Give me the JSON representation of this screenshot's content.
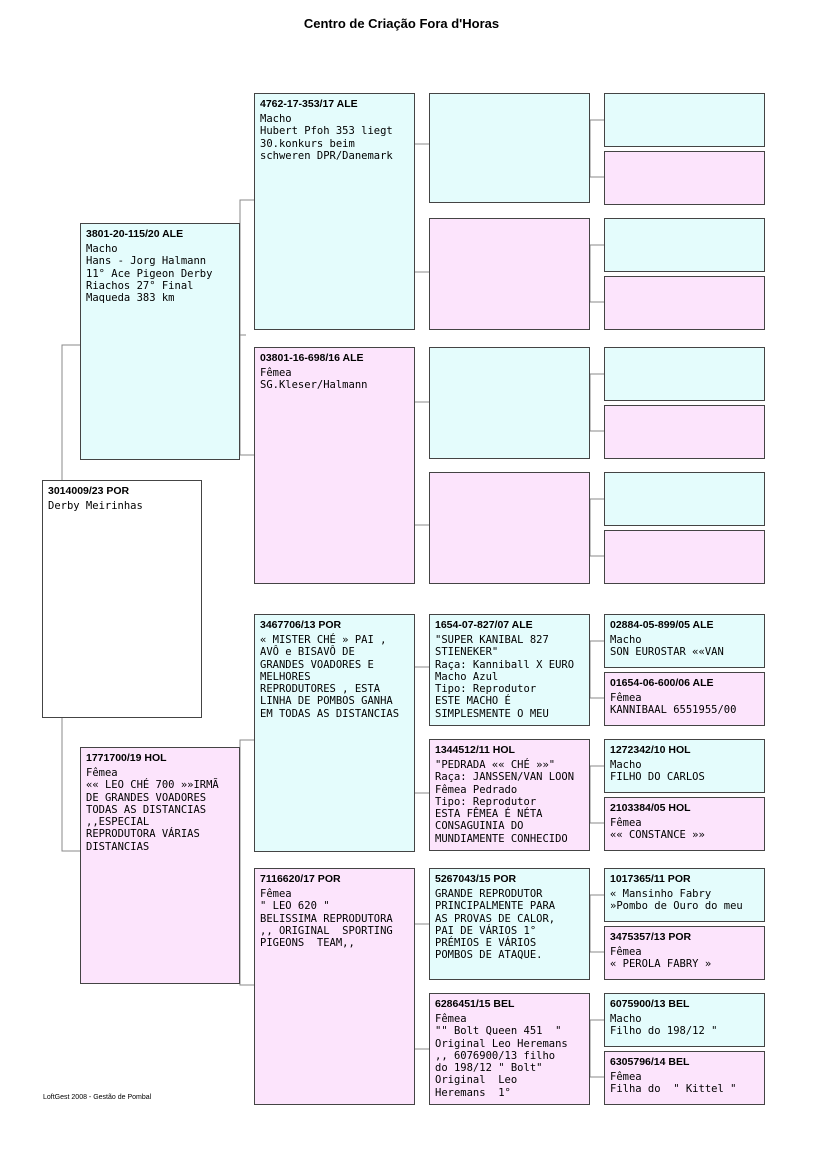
{
  "header": {
    "title": "Centro de Criação Fora d'Horas"
  },
  "footer": {
    "text": "LoftGest 2008 - Gestão de Pombal"
  },
  "colors": {
    "male": "#e4fcfc",
    "female": "#fce4fc",
    "subject": "#ffffff",
    "line": "#888888"
  },
  "pedigree": {
    "subject": {
      "ring": "3014009/23 POR",
      "info": "Derby Meirinhas"
    },
    "sire": {
      "ring": "3801-20-115/20 ALE",
      "info": "Macho\nHans - Jorg Halmann\n11° Ace Pigeon Derby\nRiachos 27° Final\nMaqueda 383 km"
    },
    "dam": {
      "ring": "1771700/19 HOL",
      "info": "Fêmea\n«« LEO CHÉ 700 »»IRMÃ\nDE GRANDES VOADORES\nTODAS AS DISTANCIAS\n,,ESPECIAL\nREPRODUTORA VÁRIAS\nDISTANCIAS"
    },
    "ss": {
      "ring": "4762-17-353/17 ALE",
      "info": "Macho\nHubert Pfoh 353 liegt\n30.konkurs beim\nschweren DPR/Danemark"
    },
    "sd": {
      "ring": "03801-16-698/16 ALE",
      "info": "Fêmea\nSG.Kleser/Halmann"
    },
    "ds": {
      "ring": "3467706/13 POR",
      "info": "« MISTER CHÉ » PAI ,\nAVÔ e BISAVÔ DE\nGRANDES VOADORES E\nMELHORES\nREPRODUTORES , ESTA\nLINHA DE POMBOS GANHA\nEM TODAS AS DISTANCIAS"
    },
    "dd": {
      "ring": "7116620/17 POR",
      "info": "Fêmea\n\" LEO 620 \"\nBELISSIMA REPRODUTORA\n,, ORIGINAL  SPORTING\nPIGEONS  TEAM,,"
    },
    "dss": {
      "ring": "1654-07-827/07 ALE",
      "info": "\"SUPER KANIBAL 827\nSTIENEKER\"\nRaça: Kanniball X EURO\nMacho Azul\nTipo: Reprodutor\nESTE MACHO É\nSIMPLESMENTE O MEU"
    },
    "dsd": {
      "ring": "1344512/11 HOL",
      "info": "\"PEDRADA «« CHÉ »»\"\nRaça: JANSSEN/VAN LOON\nFêmea Pedrado\nTipo: Reprodutor\nESTA FÊMEA É NÉTA\nCONSAGUINIA DO\nMUNDIAMENTE CONHECIDO"
    },
    "dds": {
      "ring": "5267043/15 POR",
      "info": "GRANDE REPRODUTOR\nPRINCIPALMENTE PARA\nAS PROVAS DE CALOR,\nPAI DE VÁRIOS 1°\nPRÉMIOS E VÁRIOS\nPOMBOS DE ATAQUE."
    },
    "ddd": {
      "ring": "6286451/15 BEL",
      "info": "Fêmea\n\"\" Bolt Queen 451  \"\nOriginal Leo Heremans\n,, 6076900/13 filho\ndo 198/12 \" Bolt\"\nOriginal  Leo\nHeremans  1°"
    },
    "dsss": {
      "ring": "02884-05-899/05 ALE",
      "info": "Macho\nSON EUROSTAR ««VAN"
    },
    "dssd": {
      "ring": "01654-06-600/06 ALE",
      "info": "Fêmea\nKANNIBAAL 6551955/00"
    },
    "dsds": {
      "ring": "1272342/10 HOL",
      "info": "Macho\nFILHO DO CARLOS"
    },
    "dsdd": {
      "ring": "2103384/05 HOL",
      "info": "Fêmea\n«« CONSTANCE »»"
    },
    "ddss": {
      "ring": "1017365/11 POR",
      "info": "« Mansinho Fabry\n»Pombo de Ouro do meu"
    },
    "ddsd": {
      "ring": "3475357/13 POR",
      "info": "Fêmea\n« PEROLA FABRY »"
    },
    "ddds": {
      "ring": "6075900/13 BEL",
      "info": "Macho\nFilho do 198/12 \""
    },
    "dddd": {
      "ring": "6305796/14 BEL",
      "info": "Fêmea\nFilha do  \" Kittel \""
    }
  }
}
